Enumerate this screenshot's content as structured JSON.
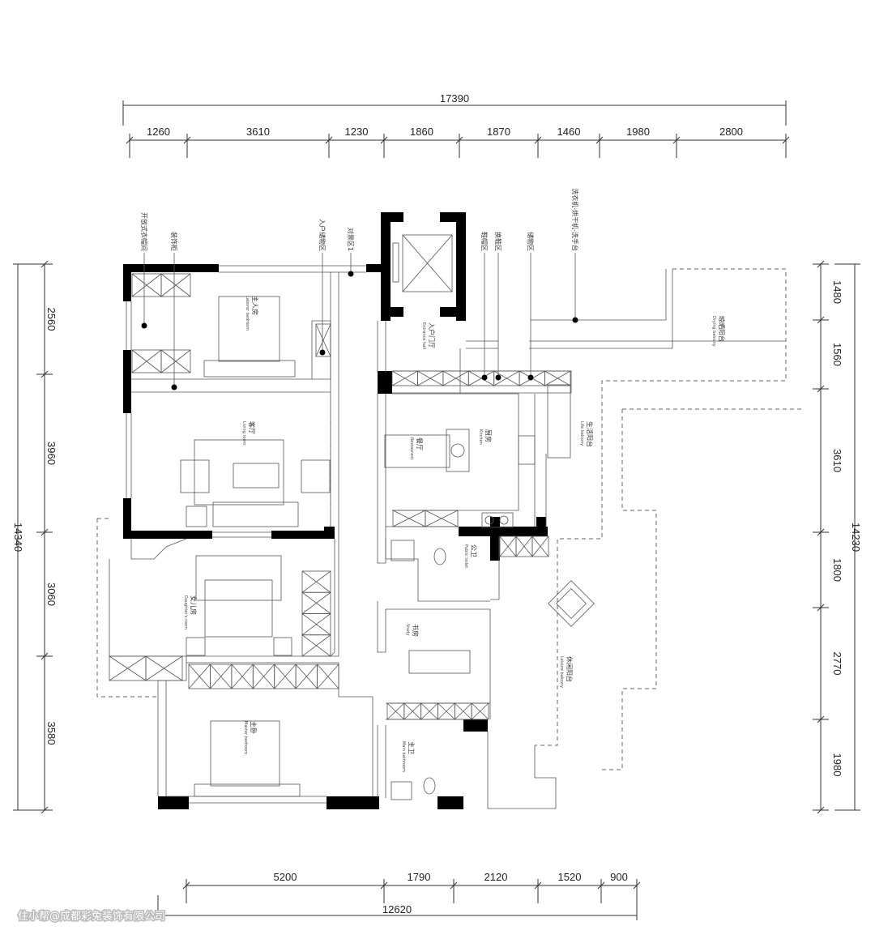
{
  "dimensions": {
    "top_total": "17390",
    "top": [
      "1260",
      "3610",
      "1230",
      "1860",
      "1870",
      "1460",
      "1980",
      "2800"
    ],
    "left_total": "14340",
    "left": [
      "2560",
      "3960",
      "3060",
      "3580"
    ],
    "right_total": "14230",
    "right": [
      "1480",
      "1560",
      "3610",
      "1800",
      "2770",
      "1980"
    ],
    "bottom_total": "12620",
    "bottom": [
      "5200",
      "1790",
      "2120",
      "1520",
      "900"
    ]
  },
  "callouts": [
    "开放式衣帽间",
    "装饰柜",
    "入户储物区",
    "对景区1",
    "鞋帽区",
    "换鞋区",
    "储物区",
    "洗衣机-烘干机-洗手台"
  ],
  "rooms": [
    {
      "cn": "主人房",
      "en": "Laborer bedroom"
    },
    {
      "cn": "客厅",
      "en": "Living room"
    },
    {
      "cn": "餐厅",
      "en": "Restaurant"
    },
    {
      "cn": "厨房",
      "en": "Kitchen"
    },
    {
      "cn": "生活阳台",
      "en": "Life balcony"
    },
    {
      "cn": "晾晒阳台",
      "en": "Drying balcony"
    },
    {
      "cn": "入户门厅",
      "en": "Entrance hall"
    },
    {
      "cn": "公卫",
      "en": "Public toilet"
    },
    {
      "cn": "书房",
      "en": "Study"
    },
    {
      "cn": "休闲阳台",
      "en": "Leisure balcony"
    },
    {
      "cn": "女儿房",
      "en": "Daughter's room"
    },
    {
      "cn": "主卧",
      "en": "Master bedroom"
    },
    {
      "cn": "主卫",
      "en": "Main bathroom"
    }
  ],
  "watermark": "住小帮@成都彩兔装饰有限公司"
}
